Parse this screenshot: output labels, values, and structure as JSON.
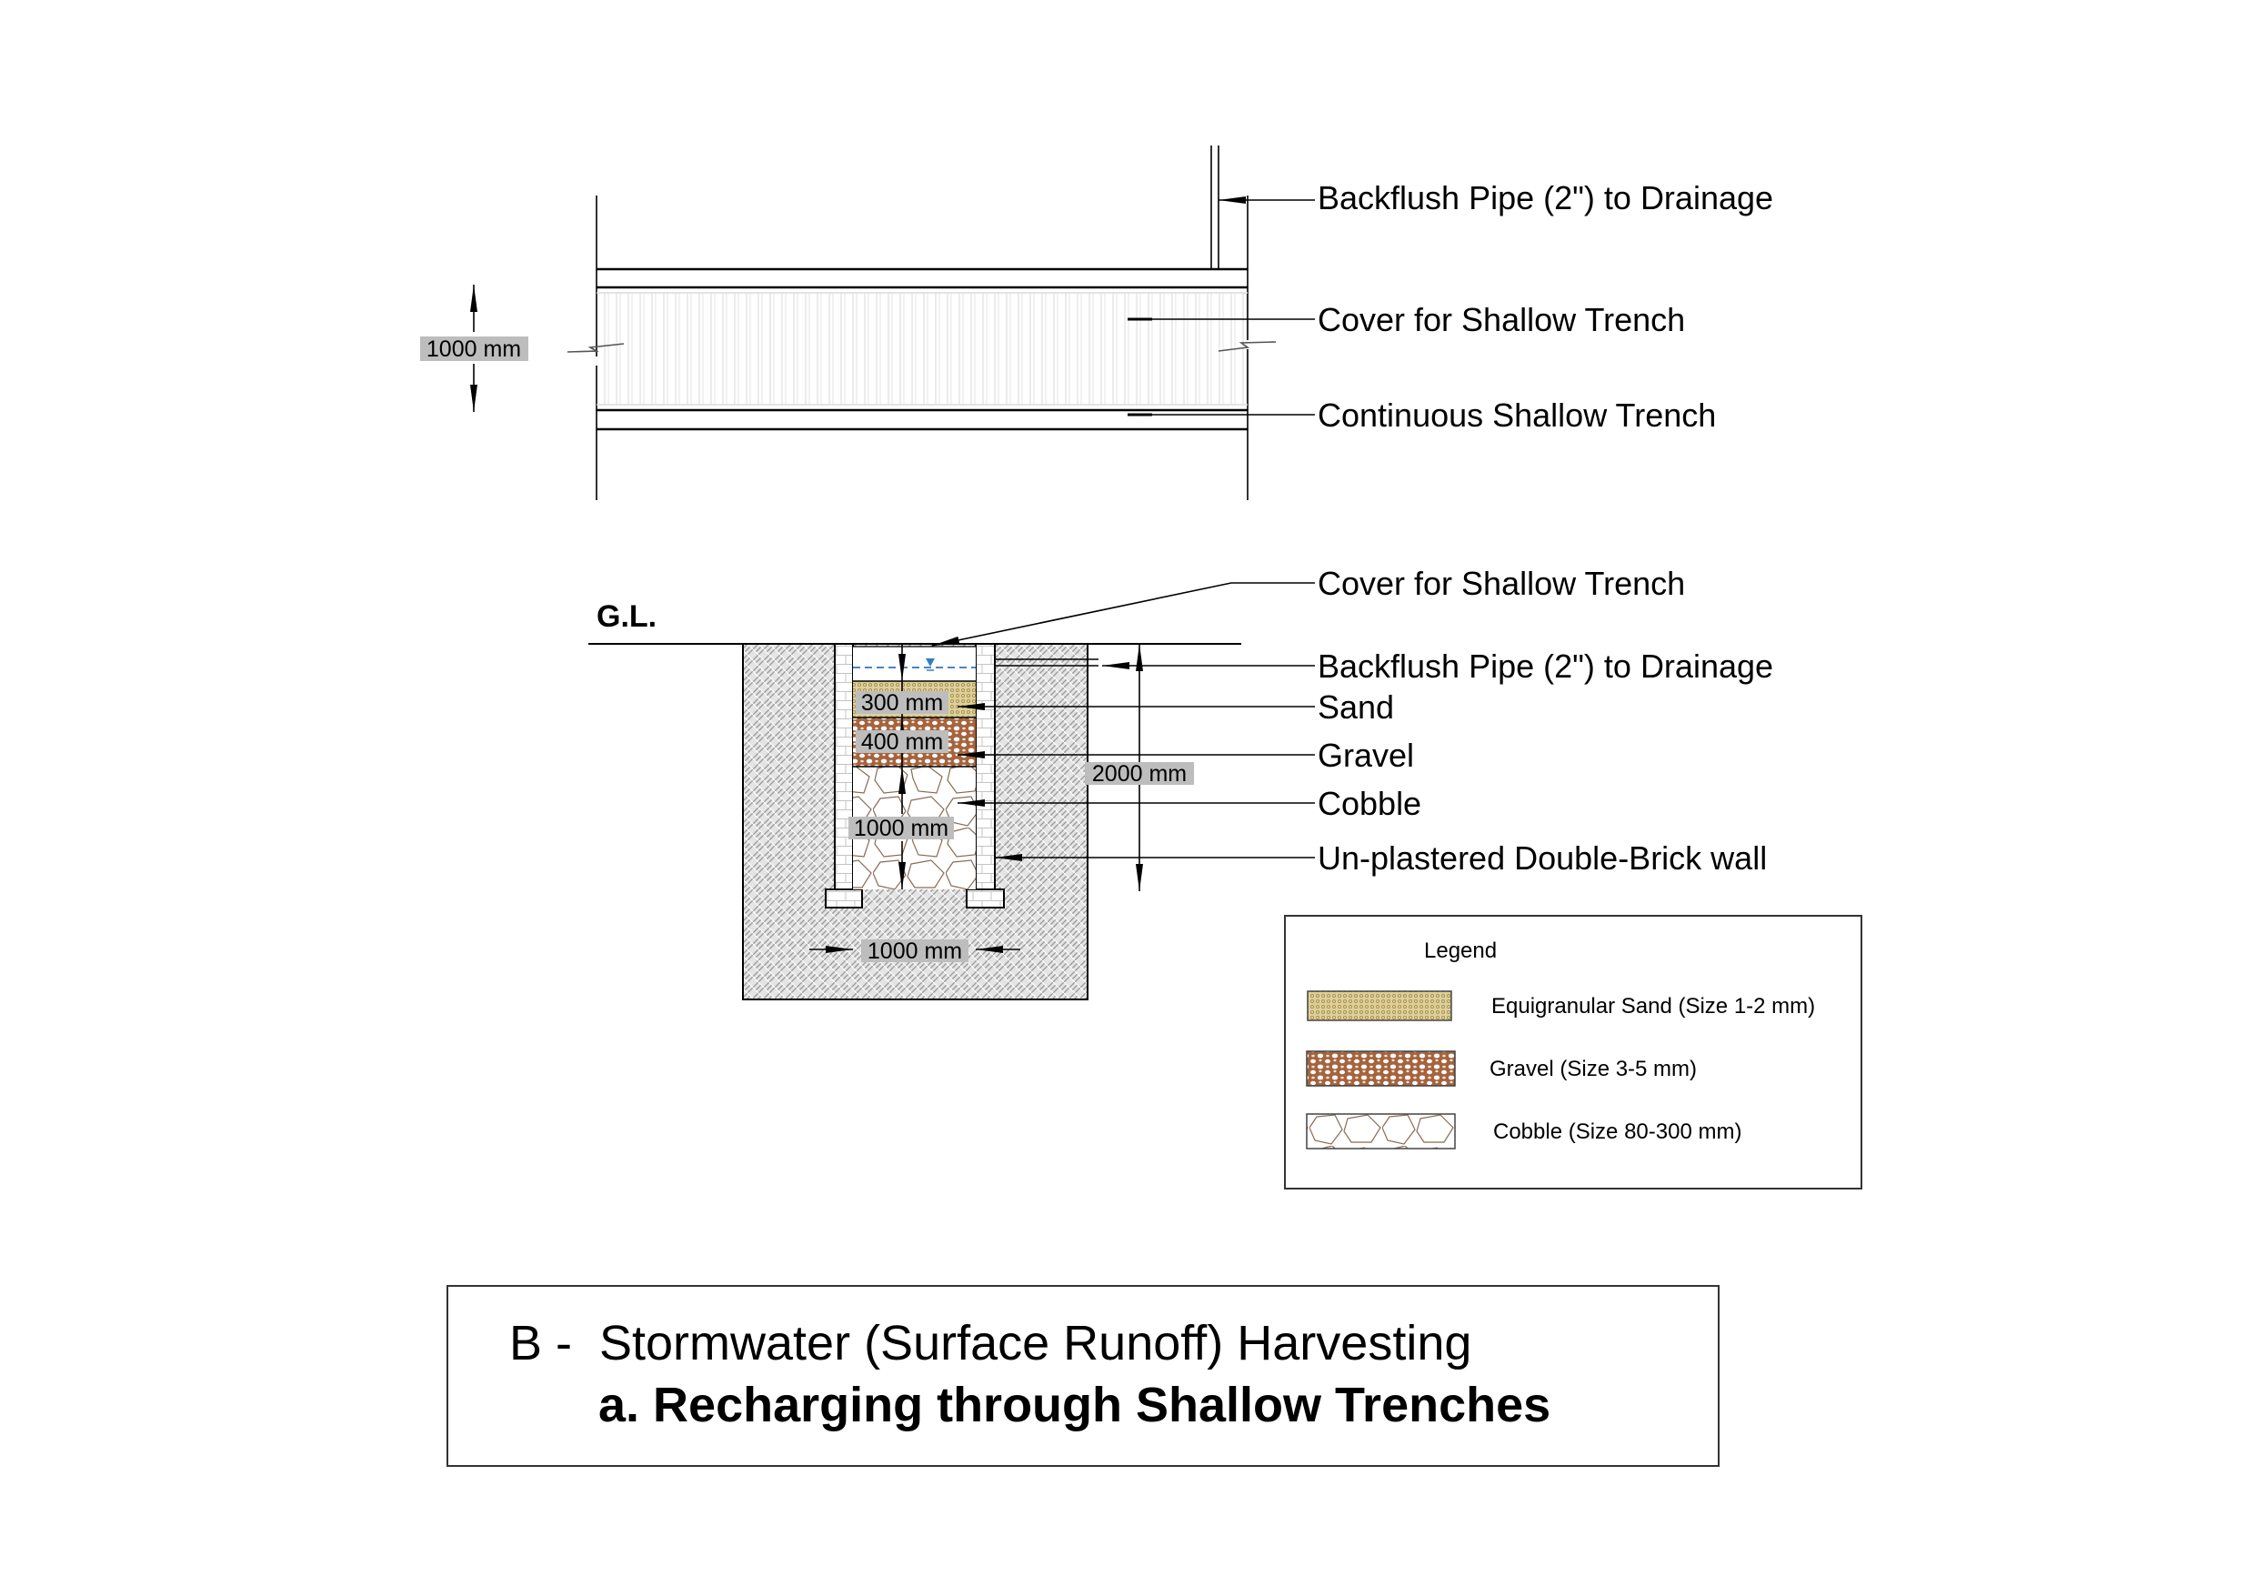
{
  "plan_view": {
    "dimension_label": "1000 mm",
    "labels": [
      "Backflush Pipe (2\") to Drainage",
      "Cover for Shallow Trench",
      "Continuous Shallow Trench"
    ]
  },
  "section_view": {
    "ground_level_label": "G.L.",
    "labels": [
      "Cover for Shallow Trench",
      "Backflush Pipe (2\") to Drainage",
      "Sand",
      "Gravel",
      "Cobble",
      "Un-plastered Double-Brick wall"
    ],
    "dimensions": {
      "sand_depth": "300 mm",
      "gravel_depth": "400 mm",
      "cobble_depth": "1000 mm",
      "total_depth": "2000 mm",
      "width": "1000 mm"
    }
  },
  "legend": {
    "title": "Legend",
    "items": [
      {
        "label": "Equigranular Sand (Size 1-2 mm)",
        "material": "sand"
      },
      {
        "label": "Gravel (Size 3-5 mm)",
        "material": "gravel"
      },
      {
        "label": "Cobble (Size 80-300 mm)",
        "material": "cobble"
      }
    ]
  },
  "colors": {
    "sand": "#d8c68a",
    "gravel": "#a5643e",
    "cobble_outline": "#8a6a55",
    "water": "#2f7fc1",
    "dimension_label_bg": "#bdbdbd"
  },
  "title_block": {
    "line1": "B -  Stormwater (Surface Runoff) Harvesting",
    "line2": "a. Recharging through Shallow Trenches"
  }
}
